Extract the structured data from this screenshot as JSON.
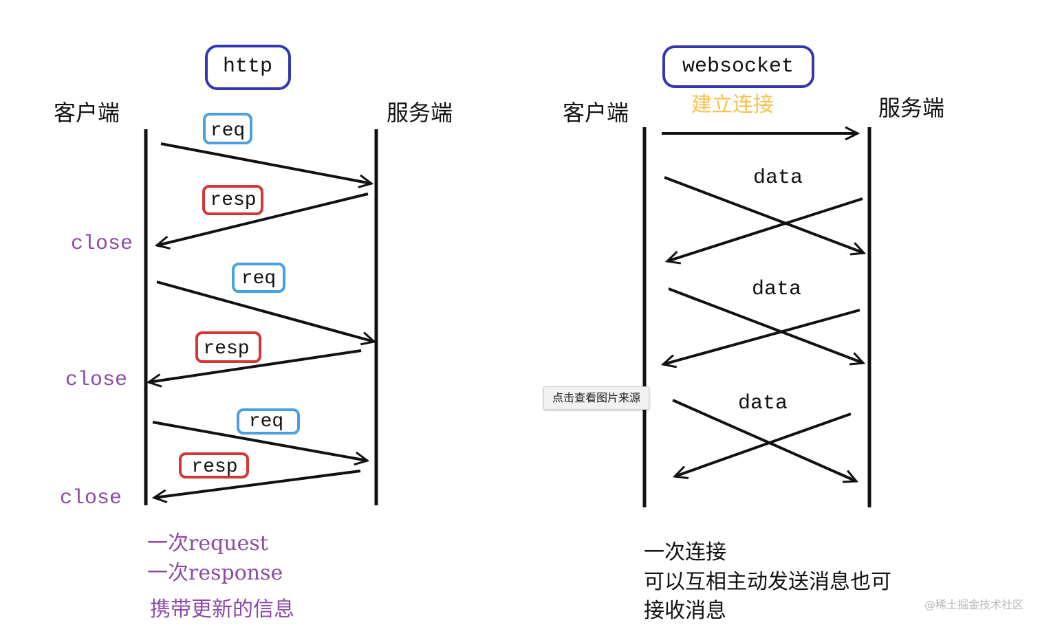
{
  "http": {
    "title": "http",
    "client": "客户端",
    "server": "服务端",
    "messages": [
      "req",
      "resp",
      "req",
      "resp",
      "req",
      "resp"
    ],
    "close": [
      "close",
      "close",
      "close"
    ],
    "notes": [
      "一次request",
      "一次response",
      "携带更新的信息"
    ]
  },
  "websocket": {
    "title": "websocket",
    "client": "客户端",
    "server": "服务端",
    "connect": "建立连接",
    "data": [
      "data",
      "data",
      "data"
    ],
    "notes": [
      "一次连接",
      "可以互相主动发送消息也可",
      "接收消息"
    ]
  },
  "tooltip": "点击查看图片来源",
  "watermark": "@稀土掘金技术社区",
  "colors": {
    "line": "#111111",
    "title_box": "#3438b0",
    "req_box": "#4a9fe0",
    "resp_box": "#d63535",
    "close_text": "#8a4aa6",
    "connect_text": "#f7c24a"
  }
}
